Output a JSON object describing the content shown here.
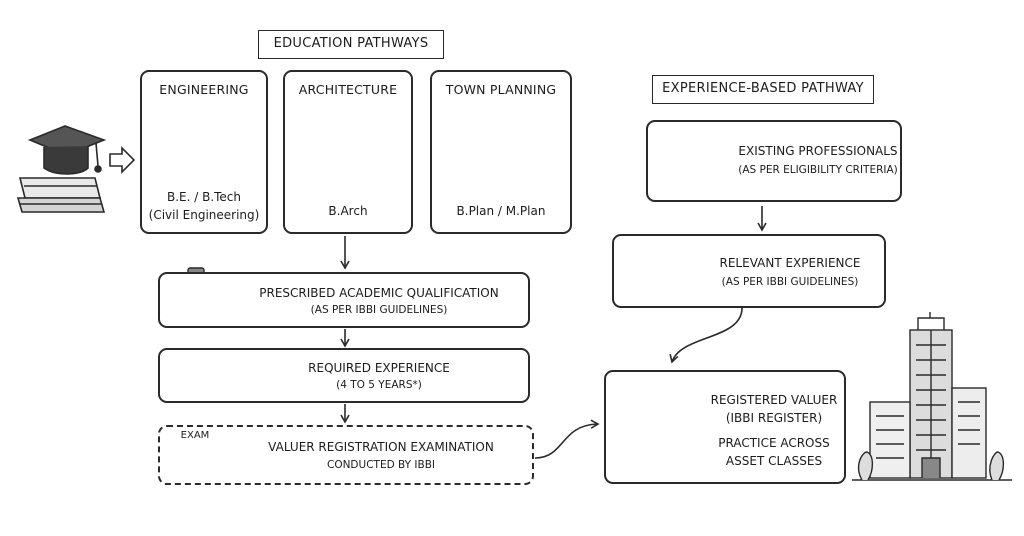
{
  "education": {
    "title": "EDUCATION PATHWAYS",
    "streams": [
      {
        "heading": "ENGINEERING",
        "degree_line1": "B.E. / B.Tech",
        "degree_line2": "(Civil Engineering)"
      },
      {
        "heading": "ARCHITECTURE",
        "degree_line1": "B.Arch",
        "degree_line2": ""
      },
      {
        "heading": "TOWN PLANNING",
        "degree_line1": "B.Plan / M.Plan",
        "degree_line2": ""
      }
    ],
    "qualification": {
      "title": "PRESCRIBED ACADEMIC QUALIFICATION",
      "subtitle": "(AS PER IBBI GUIDELINES)"
    },
    "experience": {
      "title": "REQUIRED EXPERIENCE",
      "subtitle": "(4 TO 5 YEARS*)"
    },
    "exam": {
      "badge": "EXAM",
      "title": "VALUER REGISTRATION EXAMINATION",
      "subtitle": "CONDUCTED BY IBBI"
    }
  },
  "experience_path": {
    "title": "EXPERIENCE-BASED PATHWAY",
    "professionals": {
      "title": "EXISTING PROFESSIONALS",
      "subtitle": "(AS PER ELIGIBILITY CRITERIA)"
    },
    "relevant": {
      "title": "RELEVANT EXPERIENCE",
      "subtitle": "(AS PER IBBI GUIDELINES)"
    }
  },
  "result": {
    "title": "REGISTERED VALUER",
    "subtitle": "(IBBI REGISTER)",
    "practice_line1": "PRACTICE ACROSS",
    "practice_line2": "ASSET CLASSES"
  },
  "colors": {
    "ink": "#2a2a2a",
    "paper": "#ffffff"
  }
}
